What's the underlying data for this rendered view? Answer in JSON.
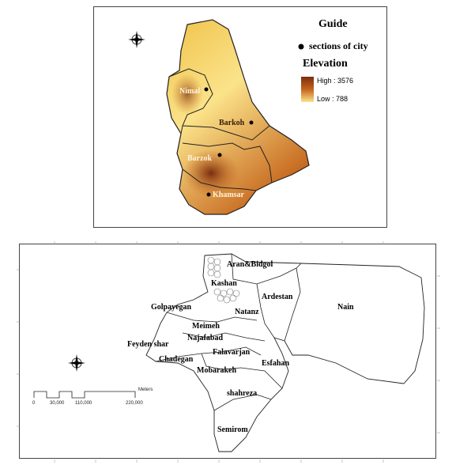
{
  "top_map": {
    "legend": {
      "title": "Guide",
      "point_label": "sections of city",
      "elevation_title": "Elevation",
      "high_label": "High : 3576",
      "low_label": "Low : 788"
    },
    "regions": [
      "Nimal",
      "Barkoh",
      "Barzok",
      "Khamsar"
    ],
    "colors": {
      "high": "#7a2e10",
      "mid": "#c5651c",
      "low": "#f0c24a",
      "lightest": "#fbe38a"
    }
  },
  "bottom_map": {
    "places": [
      "Aran&Bidgol",
      "Kashan",
      "Ardestan",
      "Nain",
      "Golpayegan",
      "Natanz",
      "Meimeh",
      "Najafabad",
      "Feyden shar",
      "Falavarjan",
      "Chadegan",
      "Esfahan",
      "Mobarakeh",
      "shahreza",
      "Semirom"
    ],
    "scale": {
      "unit": "Meters",
      "ticks": [
        "0",
        "30,000",
        "110,000",
        "220,000"
      ]
    }
  }
}
